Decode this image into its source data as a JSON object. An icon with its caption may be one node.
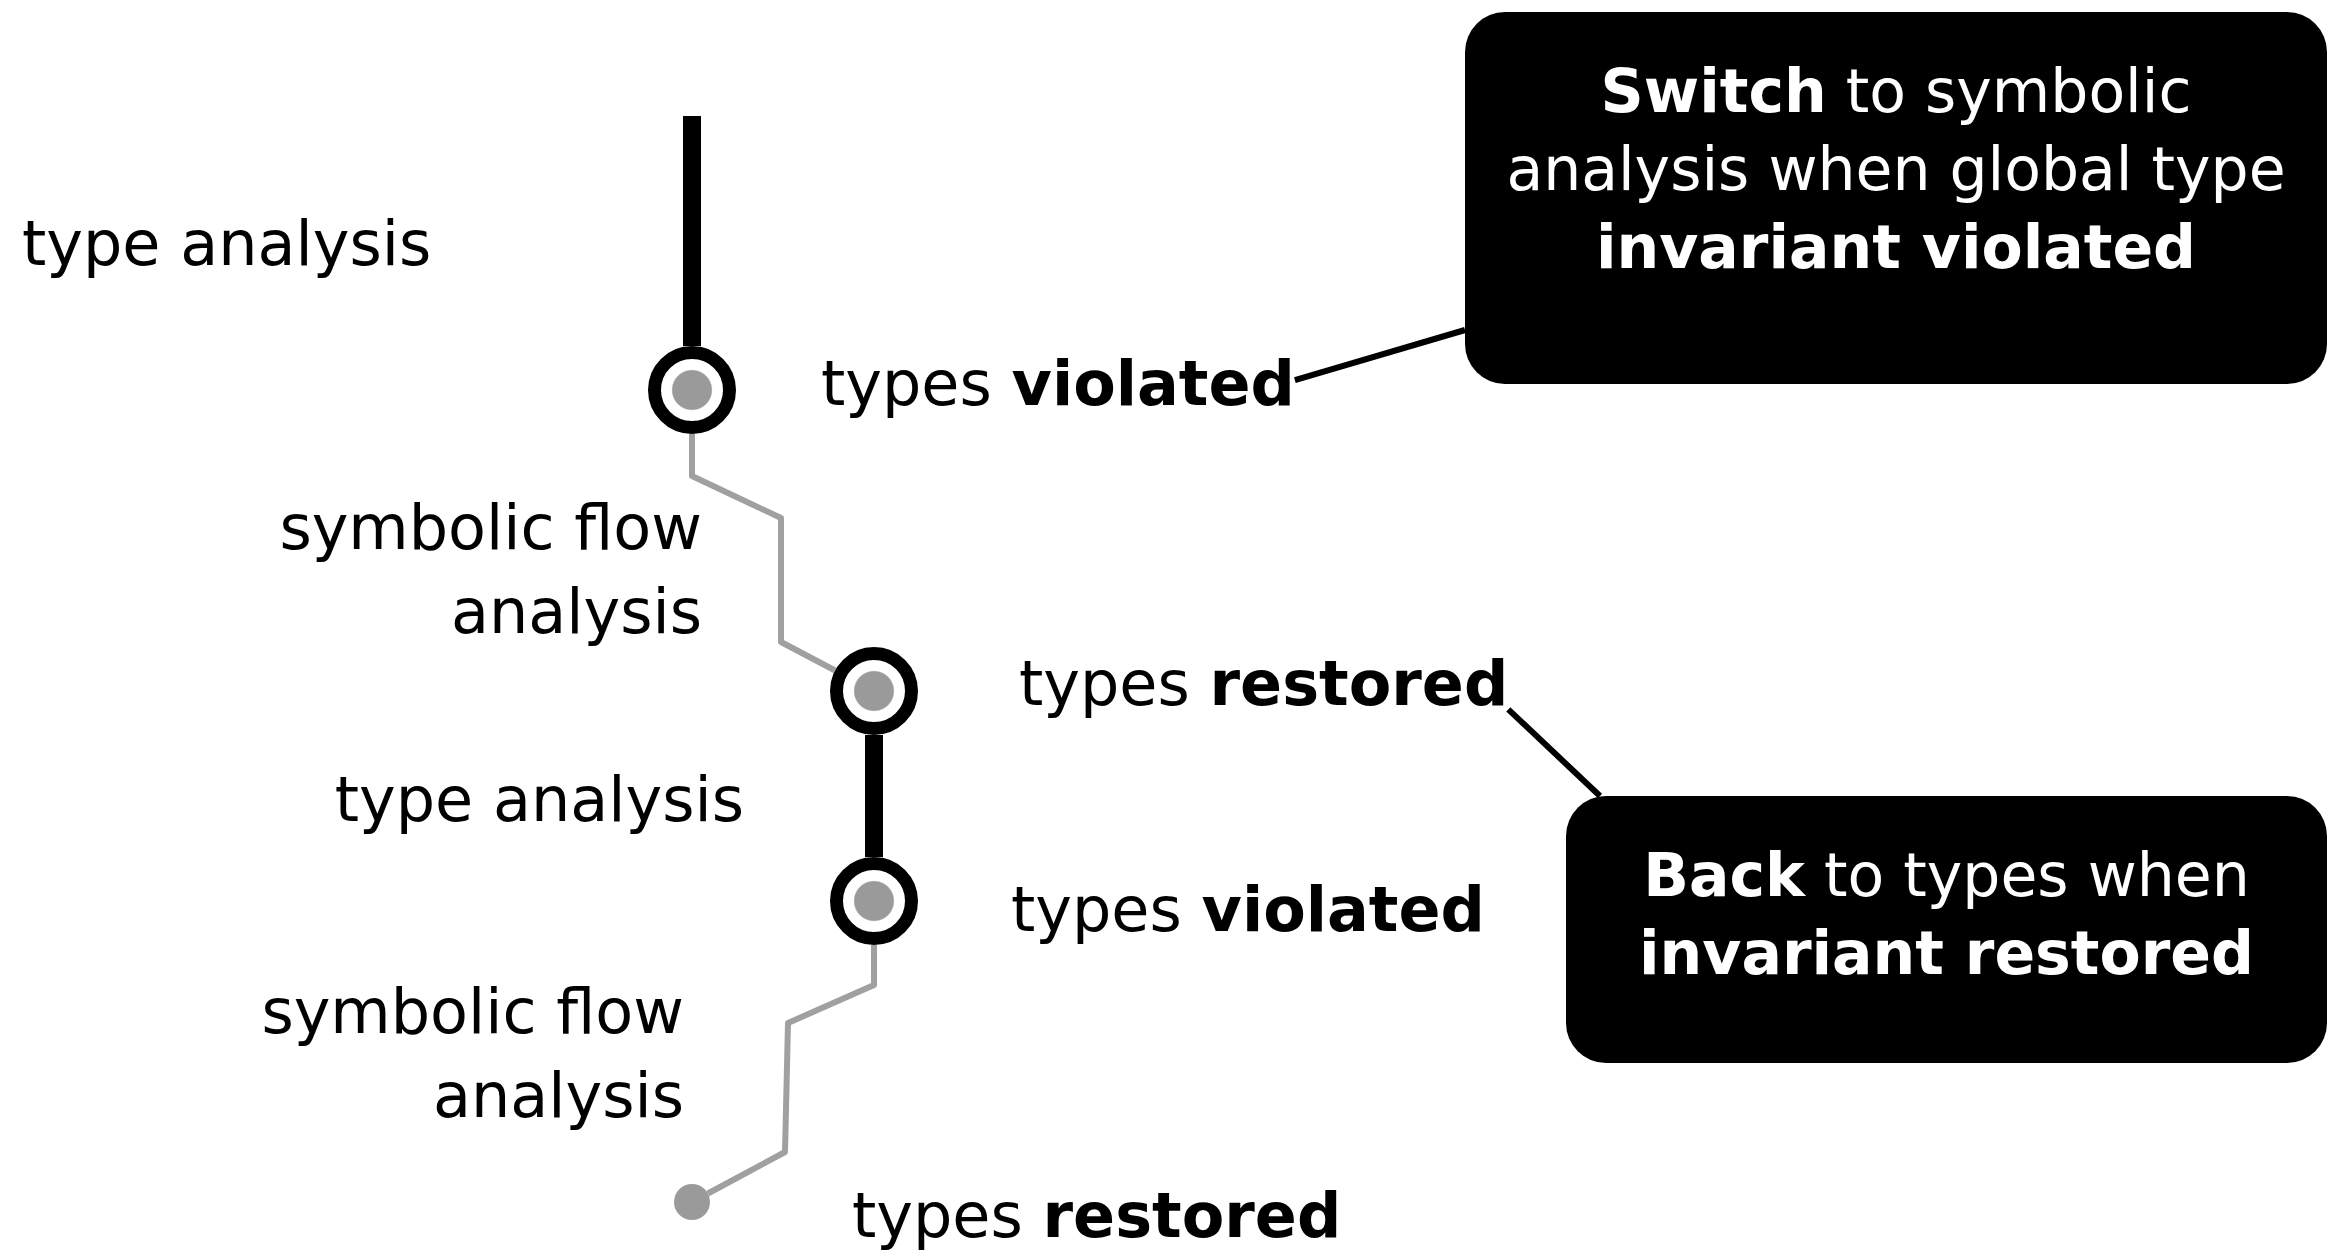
{
  "diagram": {
    "nodes": [
      {
        "text": [
          "**Switch** to symbolic analysis when global type **invariant violated**"
        ]
      },
      {
        "text": [
          "types **violated**"
        ]
      },
      {
        "text": [],
        "shape": "circle"
      },
      {
        "text": [],
        "shape": "circle"
      },
      {
        "text": [
          "types **restored**"
        ]
      },
      {
        "text": [],
        "shape": "circle"
      },
      {
        "text": [
          "**Back** to types when **invariant restored**"
        ]
      },
      {
        "text": [],
        "shape": "circle"
      }
    ],
    "edges": [
      {
        "from": 0,
        "to": 1,
        "arrow": "none"
      },
      {
        "from": null,
        "to": 2,
        "arrow": "none",
        "style": "thick"
      },
      {
        "from": 2,
        "to": 3,
        "arrow": "none",
        "color": "#a0a0a0"
      },
      {
        "from": 3,
        "to": 5,
        "arrow": "none",
        "style": "thick"
      },
      {
        "from": 5,
        "to": 7,
        "arrow": "none",
        "color": "#a0a0a0"
      },
      {
        "from": 6,
        "to": 4,
        "arrow": "none"
      }
    ],
    "labels": [
      "type analysis",
      "symbolic flow analysis",
      "type analysis",
      "types **violated**",
      "symbolic flow analysis",
      "types **restored**"
    ]
  }
}
